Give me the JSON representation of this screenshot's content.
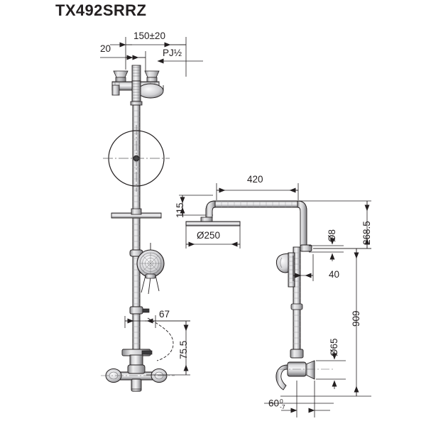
{
  "page": {
    "title": "TX492SRRZ",
    "background": "#ffffff",
    "line_color": "#231f20",
    "dim_color": "#231f20",
    "thin_color": "#58585b"
  },
  "drawing": {
    "name": "shower-column-technical-drawing",
    "views": [
      {
        "id": "front-view",
        "label": "front-view"
      },
      {
        "id": "side-view",
        "label": "side-view"
      }
    ]
  },
  "dimensions": {
    "front": [
      {
        "id": "d150",
        "value": "150±20"
      },
      {
        "id": "d20",
        "value": "20"
      },
      {
        "id": "pj",
        "value": "PJ½"
      },
      {
        "id": "d115",
        "value": "115"
      },
      {
        "id": "d67",
        "value": "67"
      },
      {
        "id": "d755",
        "value": "75.5"
      }
    ],
    "side": [
      {
        "id": "d420",
        "value": "420"
      },
      {
        "id": "d250",
        "value": "Ø250"
      },
      {
        "id": "d8",
        "value": "Ø8"
      },
      {
        "id": "d2685",
        "value": "268.5"
      },
      {
        "id": "d40",
        "value": "40"
      },
      {
        "id": "d909",
        "value": "909"
      },
      {
        "id": "d65",
        "value": "Ø65"
      },
      {
        "id": "d60",
        "value": "60",
        "tol_upper": "0",
        "tol_lower": "-7"
      }
    ]
  },
  "components": [
    {
      "id": "top-valve-assembly",
      "name": "wall-union-valve"
    },
    {
      "id": "overhead-shower-plan",
      "name": "overhead-shower-circle"
    },
    {
      "id": "shelf-bar",
      "name": "shelf-bracket"
    },
    {
      "id": "hand-shower-front",
      "name": "hand-shower-head"
    },
    {
      "id": "hose",
      "name": "flexible-hose"
    },
    {
      "id": "mixer-valve",
      "name": "thermostatic-mixer"
    },
    {
      "id": "overhead-shower-side",
      "name": "overhead-shower-arm"
    },
    {
      "id": "slide-bar",
      "name": "slide-bar"
    }
  ]
}
